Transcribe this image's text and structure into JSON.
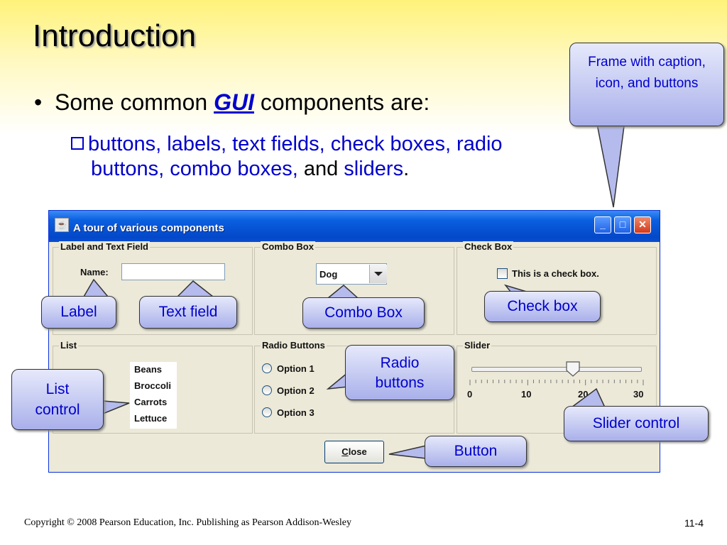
{
  "slide": {
    "title": "Introduction",
    "bullet_prefix": "Some common ",
    "bullet_gui": "GUI",
    "bullet_suffix": " components are:",
    "sub_line1": "buttons, labels, text fields, check boxes, radio",
    "sub_line2a": "buttons, combo boxes, ",
    "sub_line2_and": "and",
    "sub_line2b": " sliders",
    "sub_line2_end": "."
  },
  "window": {
    "title": "A tour of various components",
    "groups": {
      "label_text": "Label and Text Field",
      "combo": "Combo Box",
      "check": "Check Box",
      "list": "List",
      "radio": "Radio Buttons",
      "slider": "Slider"
    },
    "name_label": "Name:",
    "name_value": "",
    "combo_value": "Dog",
    "checkbox_label": "This is a check box.",
    "checkbox_checked": false,
    "list_items": [
      "Beans",
      "Broccoli",
      "Carrots",
      "Lettuce"
    ],
    "radio_options": [
      "Option 1",
      "Option 2",
      "Option 3"
    ],
    "slider": {
      "min": 0,
      "max": 30,
      "value": 18,
      "ticks": [
        "0",
        "10",
        "20",
        "30"
      ]
    },
    "close_button": "Close"
  },
  "callouts": {
    "frame": "Frame with caption, icon, and buttons",
    "label": "Label",
    "text_field": "Text field",
    "combo_box": "Combo Box",
    "check_box": "Check box",
    "radio_line1": "Radio",
    "radio_line2": "buttons",
    "list_line1": "List",
    "list_line2": "control",
    "slider": "Slider control",
    "button": "Button"
  },
  "footer": {
    "copyright": "Copyright © 2008 Pearson Education, Inc. Publishing as Pearson Addison-Wesley",
    "page": "11-4"
  },
  "colors": {
    "accent": "#0000cc",
    "callout_fill": "#a9b0ea",
    "titlebar": "#0348c8"
  }
}
